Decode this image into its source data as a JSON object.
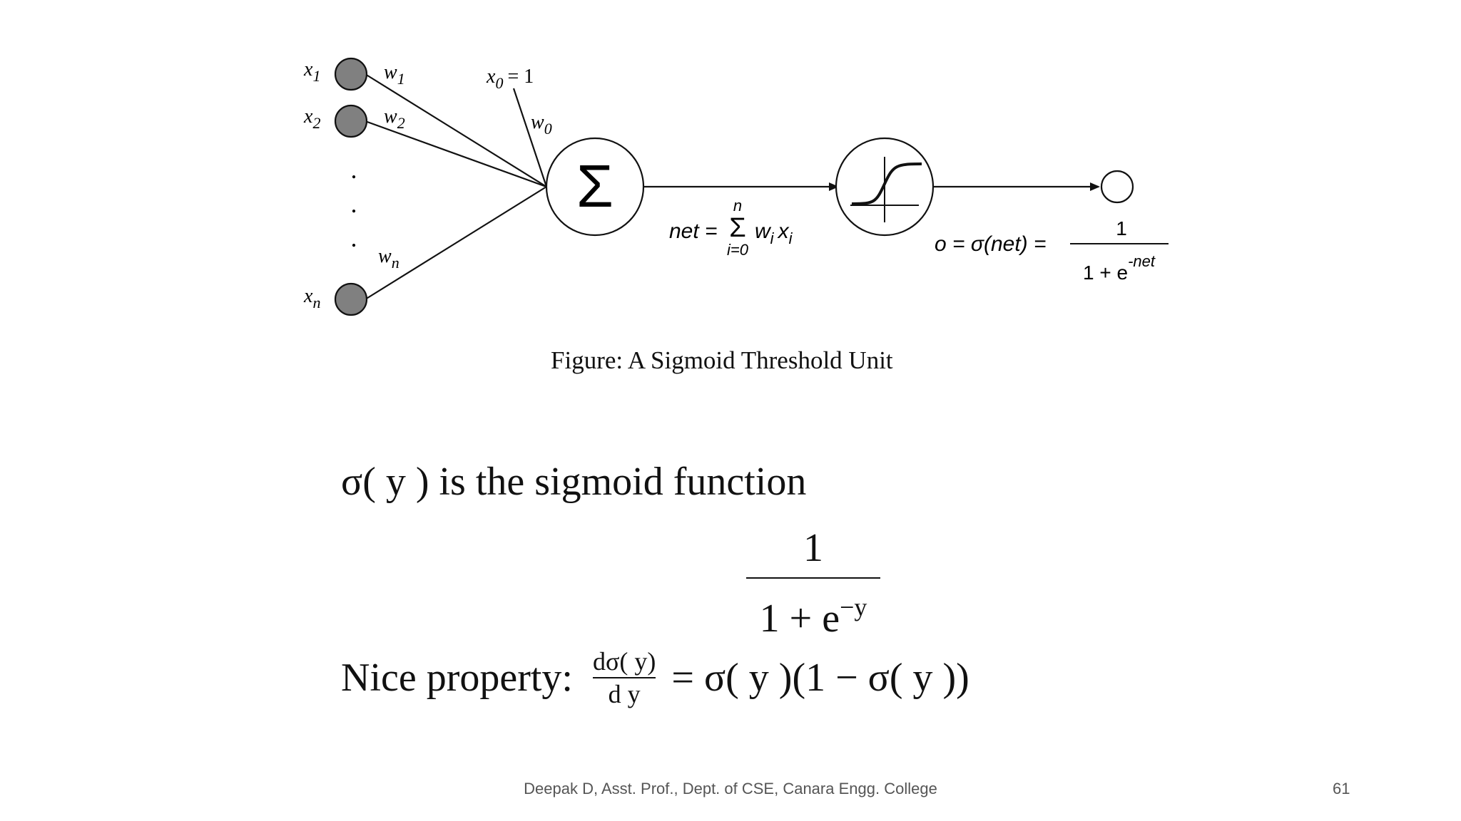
{
  "diagram": {
    "inputs": [
      {
        "var": "x",
        "sub": "1",
        "weight": "w",
        "wsub": "1"
      },
      {
        "var": "x",
        "sub": "2",
        "weight": "w",
        "wsub": "2"
      },
      {
        "var": "x",
        "sub": "n",
        "weight": "w",
        "wsub": "n"
      }
    ],
    "bias": {
      "var": "x",
      "sub": "0",
      "value": "= 1",
      "weight": "w",
      "wsub": "0"
    },
    "ellipsis": ".",
    "sum_symbol": "Σ",
    "net_label": "net =",
    "net_sum": {
      "upper": "n",
      "lower": "i=0",
      "term_w": "w",
      "term_x": "x",
      "sub_i": "i"
    },
    "output_label": "o = σ(net) =",
    "output_fraction": {
      "numerator": "1",
      "denominator_base": "1 + e",
      "exponent": "-net"
    }
  },
  "caption": "Figure: A Sigmoid Threshold Unit",
  "sigmoid_line": "σ( y )  is the sigmoid function",
  "sigmoid_fraction": {
    "numerator": "1",
    "denominator": "1 + e",
    "exponent": "−y"
  },
  "nice_property": {
    "label": "Nice property:",
    "d_numerator": "dσ( y)",
    "d_denominator": "d y",
    "rhs": "= σ( y )(1 − σ( y ))"
  },
  "footer": "Deepak D, Asst. Prof., Dept. of CSE, Canara Engg. College",
  "page_number": "61"
}
